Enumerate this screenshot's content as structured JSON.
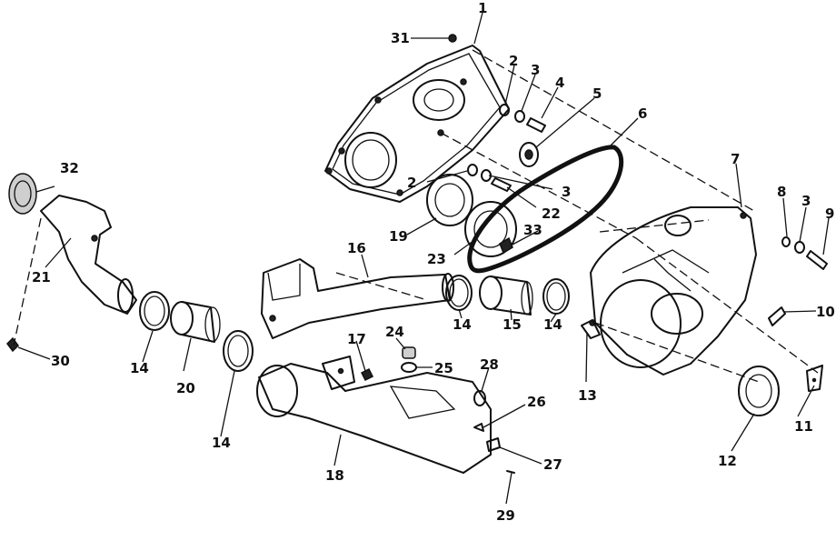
{
  "diagram": {
    "callouts": [
      {
        "id": "c1",
        "label": "1"
      },
      {
        "id": "c2a",
        "label": "2"
      },
      {
        "id": "c3a",
        "label": "3"
      },
      {
        "id": "c4",
        "label": "4"
      },
      {
        "id": "c5",
        "label": "5"
      },
      {
        "id": "c6",
        "label": "6"
      },
      {
        "id": "c7",
        "label": "7"
      },
      {
        "id": "c8",
        "label": "8"
      },
      {
        "id": "c3c",
        "label": "3"
      },
      {
        "id": "c9",
        "label": "9"
      },
      {
        "id": "c10",
        "label": "10"
      },
      {
        "id": "c11",
        "label": "11"
      },
      {
        "id": "c12",
        "label": "12"
      },
      {
        "id": "c13",
        "label": "13"
      },
      {
        "id": "c14a",
        "label": "14"
      },
      {
        "id": "c14b",
        "label": "14"
      },
      {
        "id": "c14c",
        "label": "14"
      },
      {
        "id": "c14d",
        "label": "14"
      },
      {
        "id": "c15",
        "label": "15"
      },
      {
        "id": "c16",
        "label": "16"
      },
      {
        "id": "c17",
        "label": "17"
      },
      {
        "id": "c18",
        "label": "18"
      },
      {
        "id": "c19",
        "label": "19"
      },
      {
        "id": "c20",
        "label": "20"
      },
      {
        "id": "c21",
        "label": "21"
      },
      {
        "id": "c2b",
        "label": "2"
      },
      {
        "id": "c3b",
        "label": "3"
      },
      {
        "id": "c22",
        "label": "22"
      },
      {
        "id": "c23",
        "label": "23"
      },
      {
        "id": "c24",
        "label": "24"
      },
      {
        "id": "c25",
        "label": "25"
      },
      {
        "id": "c26",
        "label": "26"
      },
      {
        "id": "c27",
        "label": "27"
      },
      {
        "id": "c28",
        "label": "28"
      },
      {
        "id": "c29",
        "label": "29"
      },
      {
        "id": "c30",
        "label": "30"
      },
      {
        "id": "c31",
        "label": "31"
      },
      {
        "id": "c32",
        "label": "32"
      },
      {
        "id": "c33",
        "label": "33"
      }
    ]
  }
}
